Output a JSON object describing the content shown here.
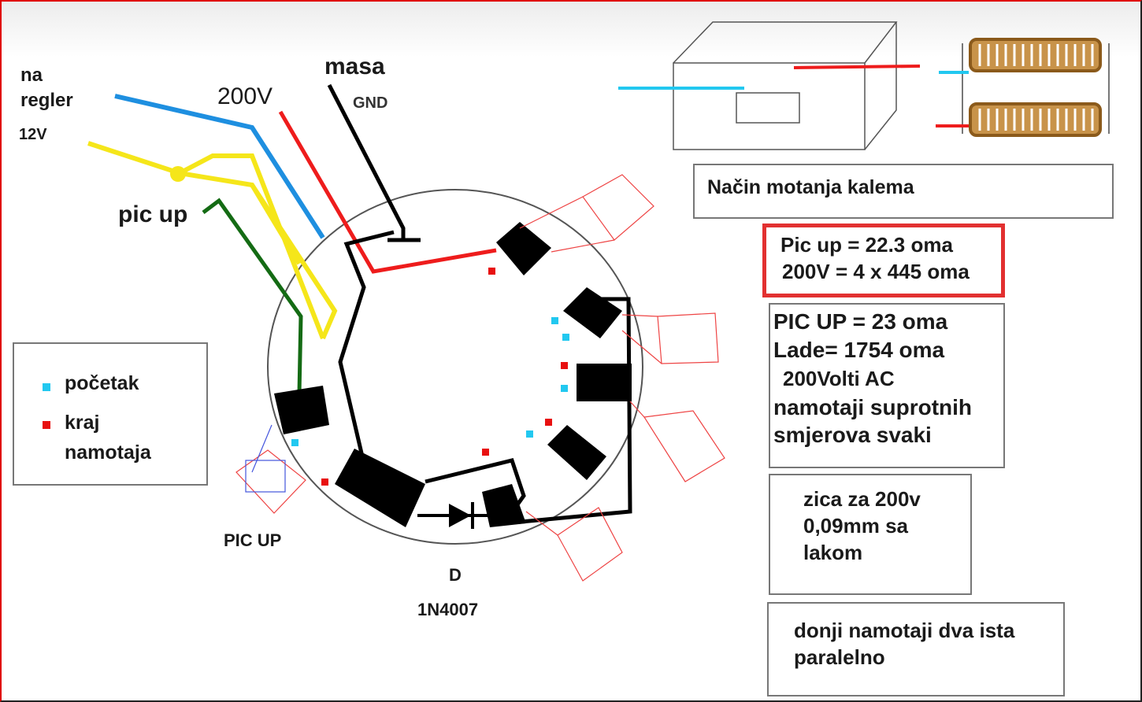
{
  "labels": {
    "na_regler": "na",
    "regler": "regler",
    "v12": "12V",
    "v200": "200V",
    "masa": "masa",
    "gnd": "GND",
    "pic_up_wire": "pic up",
    "pic_up_coil": "PIC UP",
    "diode_letter": "D",
    "diode_part": "1N4007"
  },
  "legend": {
    "start_label": "početak",
    "end_label_1": "kraj",
    "end_label_2": "namotaja",
    "start_color": "#22c8f0",
    "end_color": "#e81010"
  },
  "notes": {
    "winding_method": "Način motanja kalema",
    "highlight_line1": "Pic up = 22.3 oma",
    "highlight_line2": "200V = 4 x 445 oma",
    "spec_line1": "PIC UP = 23 oma",
    "spec_line2": "Lade= 1754 oma",
    "spec_line3": "200Volti AC",
    "spec_line4": "namotaji suprotnih",
    "spec_line5": "smjerova svaki",
    "wire_line1": "zica za 200v",
    "wire_line2": "0,09mm sa",
    "wire_line3": "lakom",
    "lower_line1": "donji namotaji dva ista",
    "lower_line2": "paralelno"
  },
  "colors": {
    "blue_wire": "#1e8fe0",
    "yellow_wire": "#f5e61a",
    "red_wire": "#ee1c1c",
    "green_wire": "#146b14",
    "coil_brown": "#8b5a1b"
  }
}
